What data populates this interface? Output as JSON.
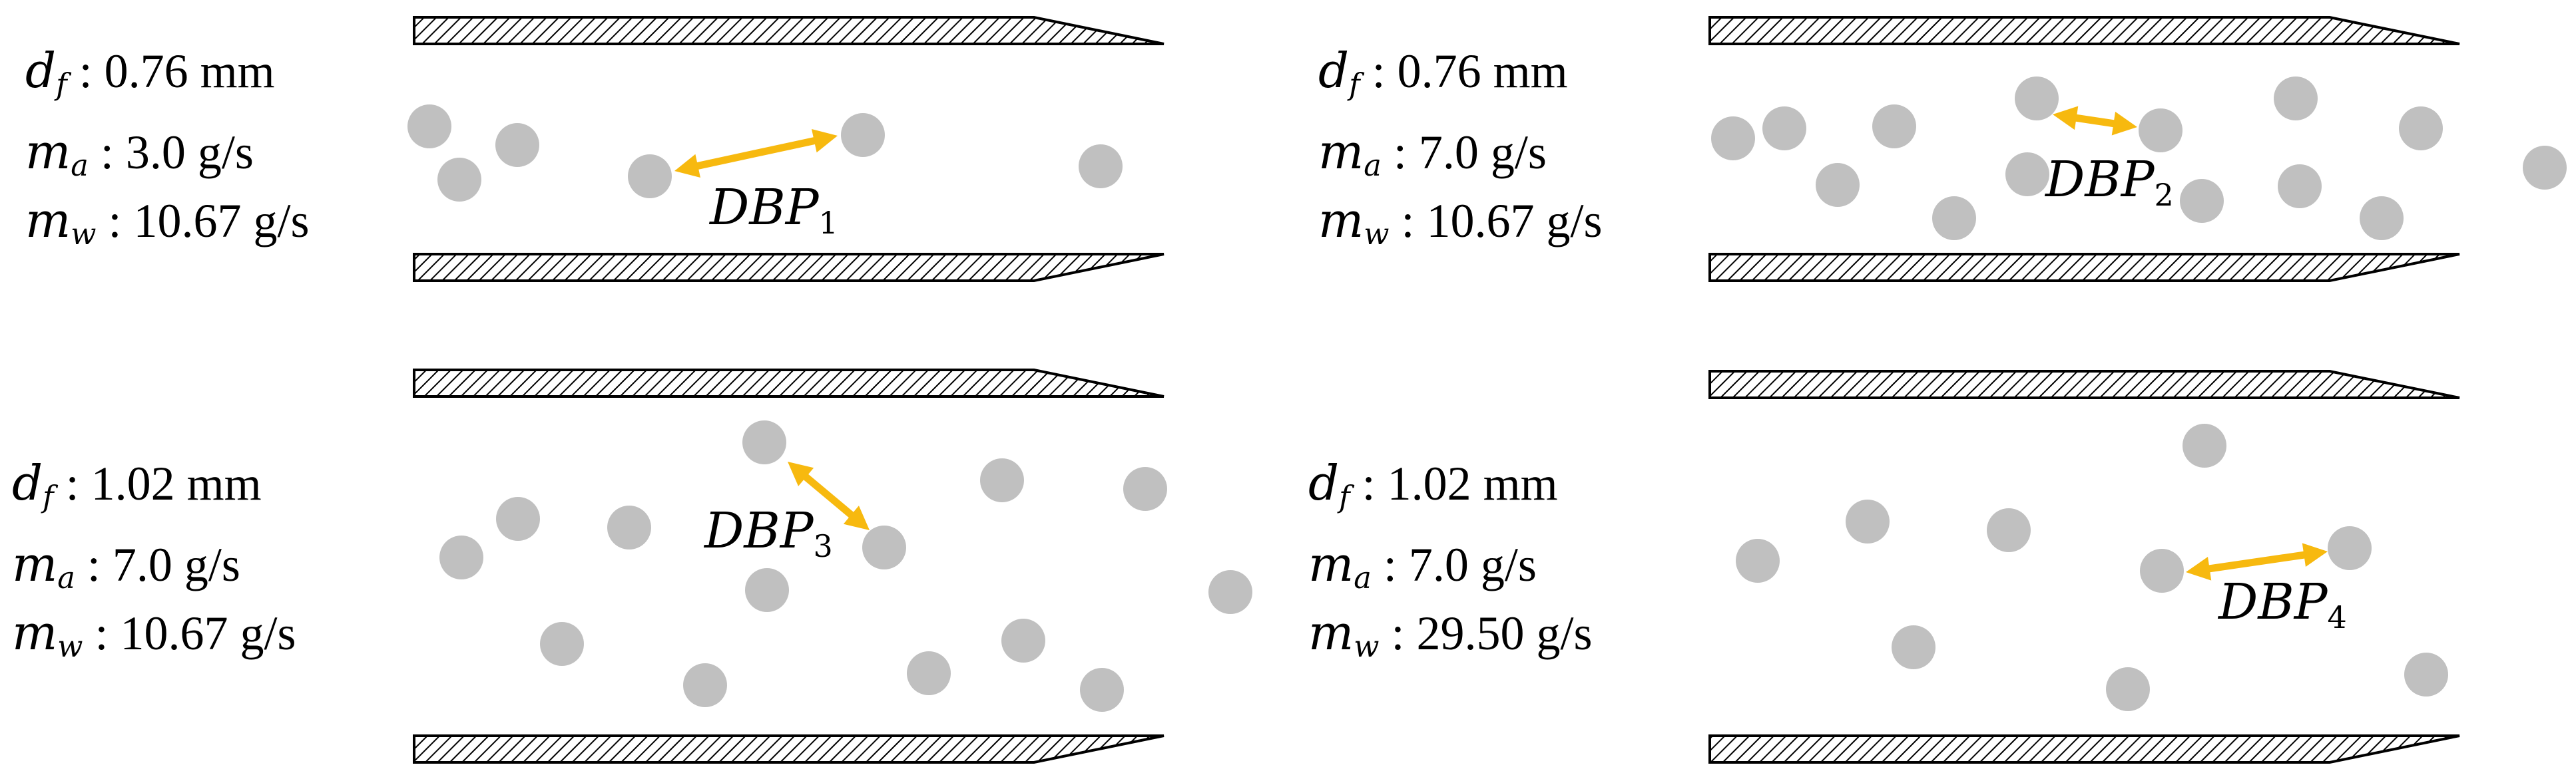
{
  "colors": {
    "particle": "#c0c0c0",
    "arrow": "#f7b90f",
    "wall_hatch": "#000000",
    "background": "#ffffff"
  },
  "panels": [
    {
      "id": "p1",
      "params": [
        {
          "symbol": "d",
          "sub": "f",
          "sep": " : ",
          "value": "0.76 mm"
        },
        {
          "symbol": "m",
          "sub": "a",
          "sep": " : ",
          "value": "3.0 g/s"
        },
        {
          "symbol": "m",
          "sub": "w",
          "sep": " : ",
          "value": "10.67 g/s"
        }
      ],
      "dbp_label": {
        "base": "DBP",
        "sub": "1"
      }
    },
    {
      "id": "p2",
      "params": [
        {
          "symbol": "d",
          "sub": "f",
          "sep": " : ",
          "value": "0.76 mm"
        },
        {
          "symbol": "m",
          "sub": "a",
          "sep": " : ",
          "value": "7.0 g/s"
        },
        {
          "symbol": "m",
          "sub": "w",
          "sep": " : ",
          "value": "10.67 g/s"
        }
      ],
      "dbp_label": {
        "base": "DBP",
        "sub": "2"
      }
    },
    {
      "id": "p3",
      "params": [
        {
          "symbol": "d",
          "sub": "f",
          "sep": " : ",
          "value": "1.02 mm"
        },
        {
          "symbol": "m",
          "sub": "a",
          "sep": " : ",
          "value": "7.0 g/s"
        },
        {
          "symbol": "m",
          "sub": "w",
          "sep": " : ",
          "value": "10.67 g/s"
        }
      ],
      "dbp_label": {
        "base": "DBP",
        "sub": "3"
      }
    },
    {
      "id": "p4",
      "params": [
        {
          "symbol": "d",
          "sub": "f",
          "sep": " : ",
          "value": "1.02 mm"
        },
        {
          "symbol": "m",
          "sub": "a",
          "sep": " : ",
          "value": "7.0 g/s"
        },
        {
          "symbol": "m",
          "sub": "w",
          "sep": " : ",
          "value": "29.50 g/s"
        }
      ],
      "dbp_label": {
        "base": "DBP",
        "sub": "4"
      }
    }
  ]
}
